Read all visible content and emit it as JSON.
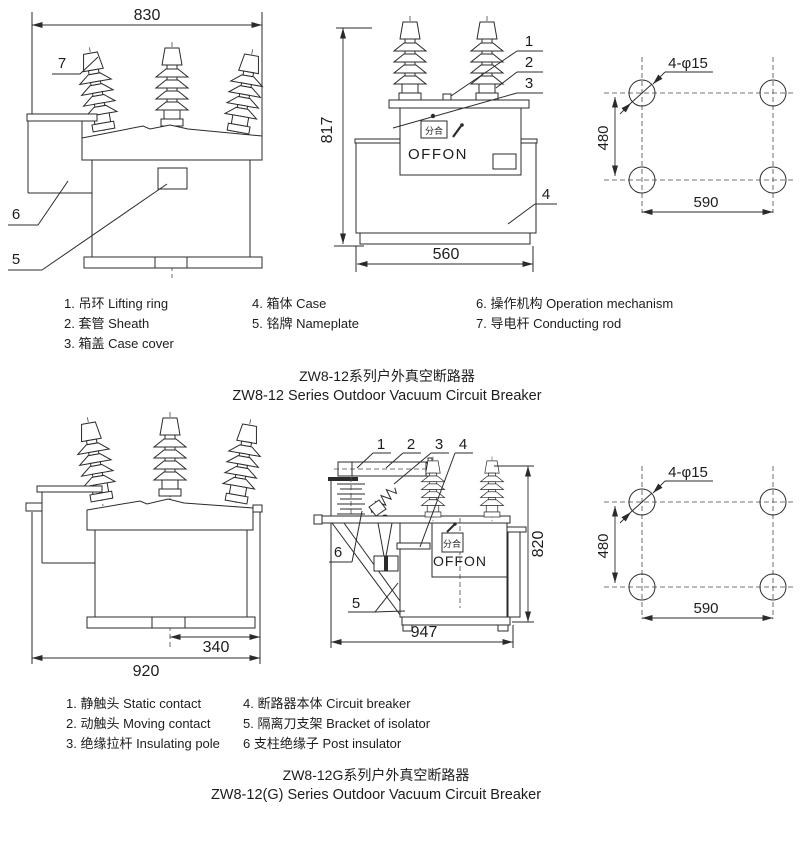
{
  "fig1": {
    "front": {
      "dim_width": "830",
      "label_7": "7",
      "label_6": "6",
      "label_5": "5"
    },
    "side": {
      "dim_height": "817",
      "dim_base": "560",
      "label_1": "1",
      "label_2": "2",
      "label_3": "3",
      "label_4": "4",
      "switch_chars": "分合",
      "switch_word": "OFFON"
    },
    "mount": {
      "holes": "4-φ15",
      "dim_v": "480",
      "dim_h": "590"
    },
    "legend": {
      "col1": [
        "1. 吊环 Lifting ring",
        "2. 套管 Sheath",
        "3. 箱盖 Case cover"
      ],
      "col2": [
        "4. 箱体 Case",
        "5. 铭牌 Nameplate"
      ],
      "col3": [
        "6. 操作机构 Operation mechanism",
        "7. 导电杆 Conducting rod"
      ]
    },
    "title_zh": "ZW8-12系列户外真空断路器",
    "title_en": "ZW8-12 Series Outdoor Vacuum Circuit Breaker"
  },
  "fig2": {
    "front": {
      "dim_center": "340",
      "dim_width": "920"
    },
    "side": {
      "dim_height": "820",
      "dim_base": "947",
      "label_1": "1",
      "label_2": "2",
      "label_3": "3",
      "label_4": "4",
      "label_5": "5",
      "label_6": "6",
      "switch_chars": "分合",
      "switch_word": "OFFON"
    },
    "mount": {
      "holes": "4-φ15",
      "dim_v": "480",
      "dim_h": "590"
    },
    "legend": {
      "col1": [
        "1. 静触头 Static contact",
        "2. 动触头 Moving contact",
        "3. 绝缘拉杆 Insulating pole"
      ],
      "col2": [
        "4. 断路器本体 Circuit breaker",
        "5. 隔离刀支架 Bracket of isolator",
        "6 支柱绝缘子 Post insulator"
      ]
    },
    "title_zh": "ZW8-12G系列户外真空断路器",
    "title_en": "ZW8-12(G) Series Outdoor Vacuum Circuit Breaker"
  }
}
